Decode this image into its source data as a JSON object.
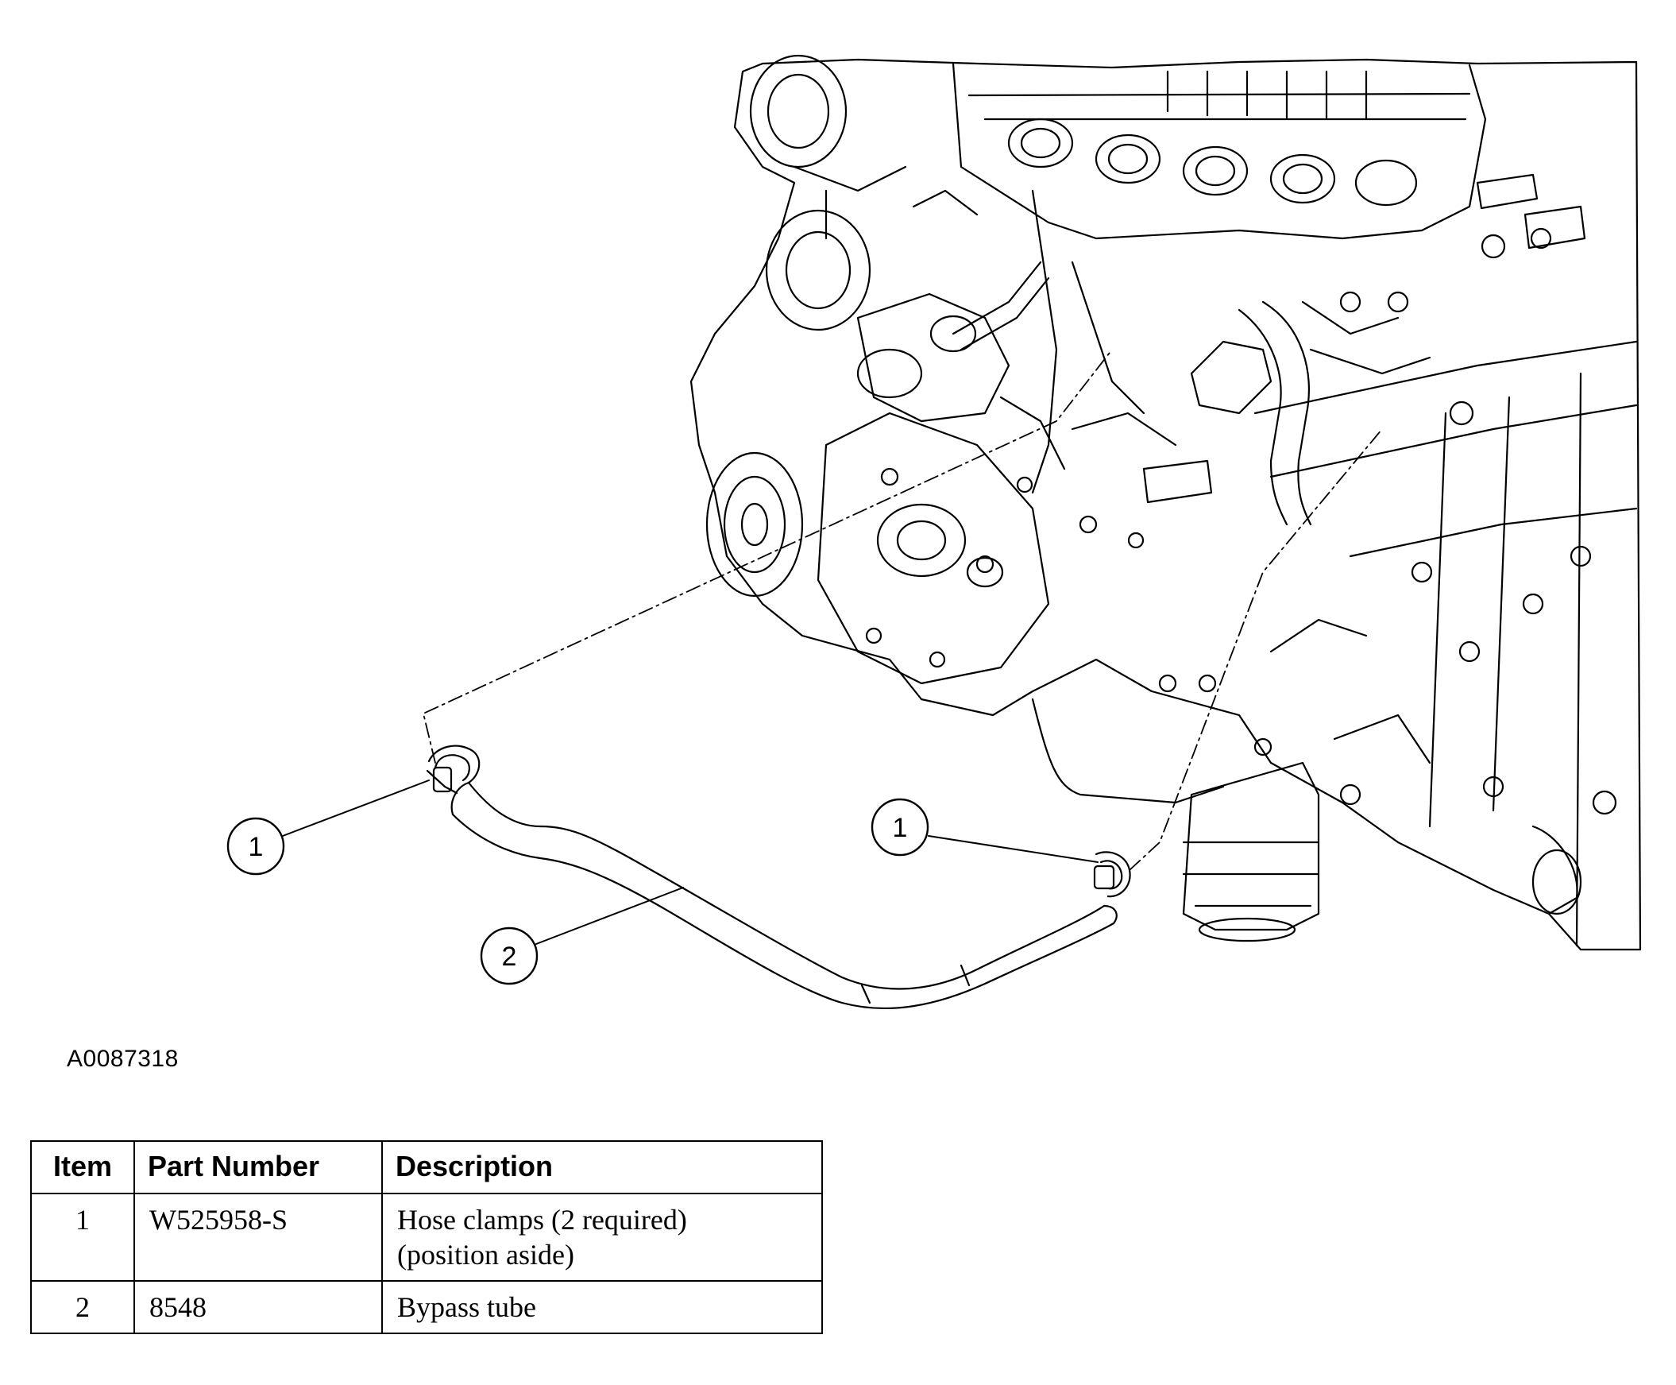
{
  "figure": {
    "id": "A0087318",
    "callouts": [
      {
        "label": "1",
        "target": "hose-clamp-left"
      },
      {
        "label": "1",
        "target": "hose-clamp-right"
      },
      {
        "label": "2",
        "target": "bypass-tube"
      }
    ]
  },
  "table": {
    "headers": [
      "Item",
      "Part Number",
      "Description"
    ],
    "rows": [
      {
        "item": "1",
        "part_number": "W525958-S",
        "description": [
          "Hose clamps (2 required)",
          "(position aside)"
        ]
      },
      {
        "item": "2",
        "part_number": "8548",
        "description": [
          "Bypass tube"
        ]
      }
    ]
  }
}
